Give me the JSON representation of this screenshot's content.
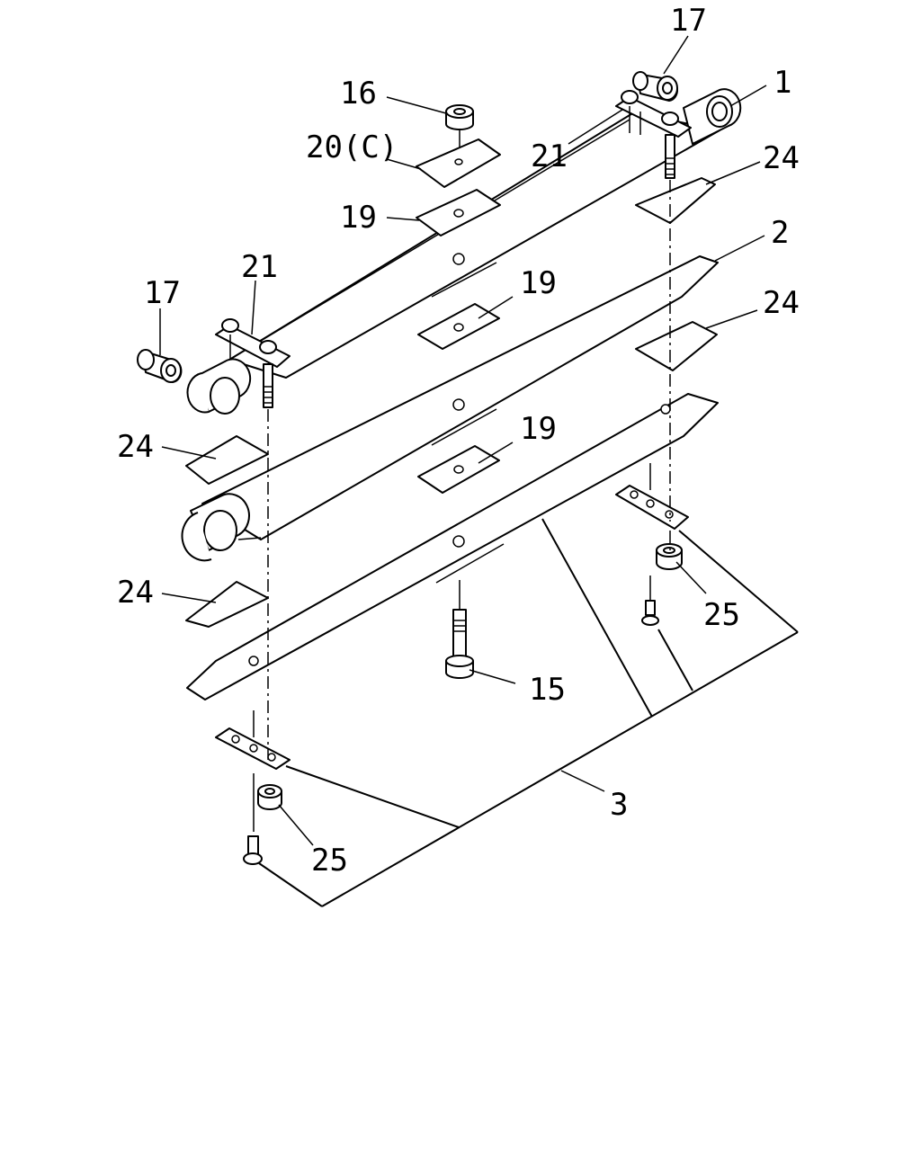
{
  "diagram": {
    "callouts": {
      "c17_top": "17",
      "c1": "1",
      "c16": "16",
      "c20c": "20(C)",
      "c21_top": "21",
      "c24_a": "24",
      "c19_top": "19",
      "c2": "2",
      "c21_left": "21",
      "c17_left": "17",
      "c19_mid": "19",
      "c24_b": "24",
      "c24_c": "24",
      "c19_low": "19",
      "c24_d": "24",
      "c25_right": "25",
      "c15": "15",
      "c3": "3",
      "c25_left": "25"
    }
  }
}
